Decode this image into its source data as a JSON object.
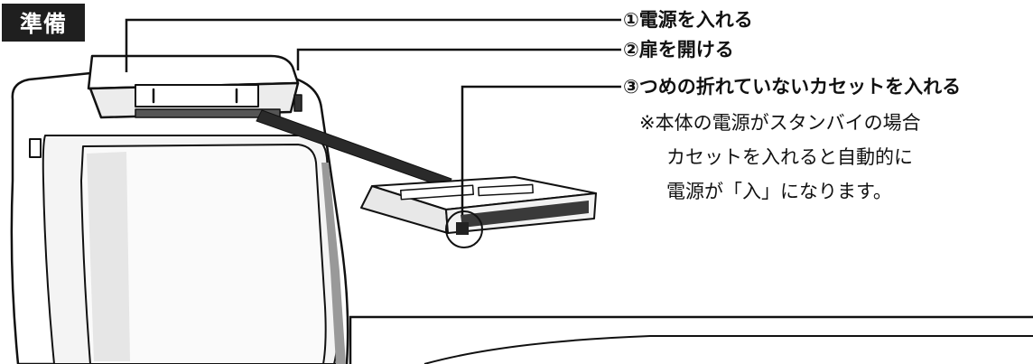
{
  "badge": "準備",
  "steps": [
    "①電源を入れる",
    "②扉を開ける",
    "③つめの折れていないカセットを入れる"
  ],
  "note": [
    "※本体の電源がスタンバイの場合",
    "カセットを入れると自動的に",
    "電源が「入」になります。"
  ]
}
